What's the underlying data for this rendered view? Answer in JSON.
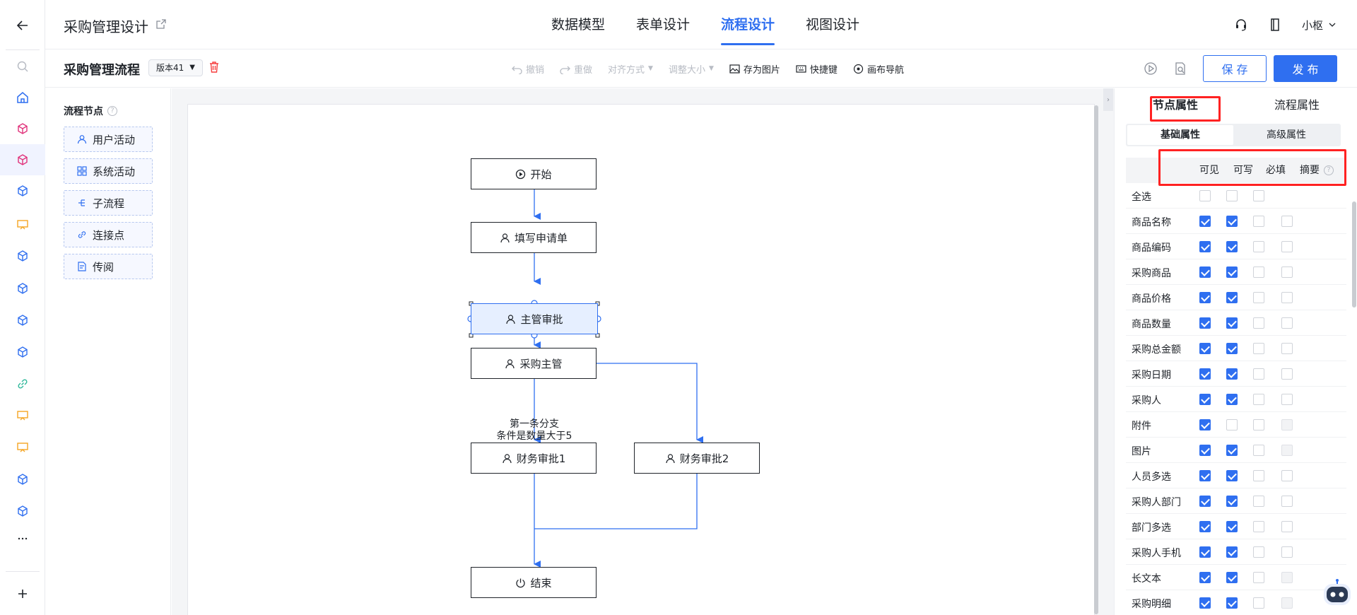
{
  "header": {
    "title": "采购管理设计",
    "tabs": [
      {
        "label": "数据模型",
        "active": false
      },
      {
        "label": "表单设计",
        "active": false
      },
      {
        "label": "流程设计",
        "active": true
      },
      {
        "label": "视图设计",
        "active": false
      }
    ],
    "user": "小枢"
  },
  "toolbar": {
    "flow_name": "采购管理流程",
    "version": "版本41",
    "undo": "撤销",
    "redo": "重做",
    "align": "对齐方式",
    "resize": "调整大小",
    "save_image": "存为图片",
    "shortcuts": "快捷键",
    "canvas_nav": "画布导航",
    "save": "保 存",
    "publish": "发 布"
  },
  "node_panel": {
    "title": "流程节点",
    "items": [
      "用户活动",
      "系统活动",
      "子流程",
      "连接点",
      "传阅"
    ]
  },
  "flow": {
    "nodes": {
      "start": "开始",
      "fill": "填写申请单",
      "manager": "主管审批",
      "purchase": "采购主管",
      "finance1": "财务审批1",
      "finance2": "财务审批2",
      "end": "结束"
    },
    "branch_label_1": "第一条分支",
    "branch_label_2": "条件是数量大于5"
  },
  "props": {
    "tabs": [
      "节点属性",
      "流程属性"
    ],
    "active_tab": "节点属性",
    "sub_tabs": [
      "基础属性",
      "高级属性"
    ],
    "active_sub_tab": "基础属性",
    "columns": [
      "可见",
      "可写",
      "必填",
      "摘要"
    ],
    "rows": [
      {
        "label": "全选",
        "v": false,
        "w": false,
        "r": false,
        "s": null
      },
      {
        "label": "商品名称",
        "v": true,
        "w": true,
        "r": false,
        "s": false
      },
      {
        "label": "商品编码",
        "v": true,
        "w": true,
        "r": false,
        "s": false
      },
      {
        "label": "采购商品",
        "v": true,
        "w": true,
        "r": false,
        "s": false
      },
      {
        "label": "商品价格",
        "v": true,
        "w": true,
        "r": false,
        "s": false
      },
      {
        "label": "商品数量",
        "v": true,
        "w": true,
        "r": false,
        "s": false
      },
      {
        "label": "采购总金额",
        "v": true,
        "w": true,
        "r": false,
        "s": false
      },
      {
        "label": "采购日期",
        "v": true,
        "w": true,
        "r": false,
        "s": false
      },
      {
        "label": "采购人",
        "v": true,
        "w": true,
        "r": false,
        "s": false
      },
      {
        "label": "附件",
        "v": true,
        "w": false,
        "r": false,
        "s": "disabled"
      },
      {
        "label": "图片",
        "v": true,
        "w": true,
        "r": false,
        "s": "disabled"
      },
      {
        "label": "人员多选",
        "v": true,
        "w": true,
        "r": false,
        "s": false
      },
      {
        "label": "采购人部门",
        "v": true,
        "w": true,
        "r": false,
        "s": false
      },
      {
        "label": "部门多选",
        "v": true,
        "w": true,
        "r": false,
        "s": false
      },
      {
        "label": "采购人手机",
        "v": true,
        "w": true,
        "r": false,
        "s": false
      },
      {
        "label": "长文本",
        "v": true,
        "w": true,
        "r": false,
        "s": "disabled"
      },
      {
        "label": "采购明细",
        "v": true,
        "w": true,
        "r": false,
        "s": "disabled"
      }
    ]
  },
  "colors": {
    "accent": "#2f6ff0",
    "highlight": "#ff2222",
    "node_border": "#1f2329",
    "selected_fill": "#e6efff"
  }
}
